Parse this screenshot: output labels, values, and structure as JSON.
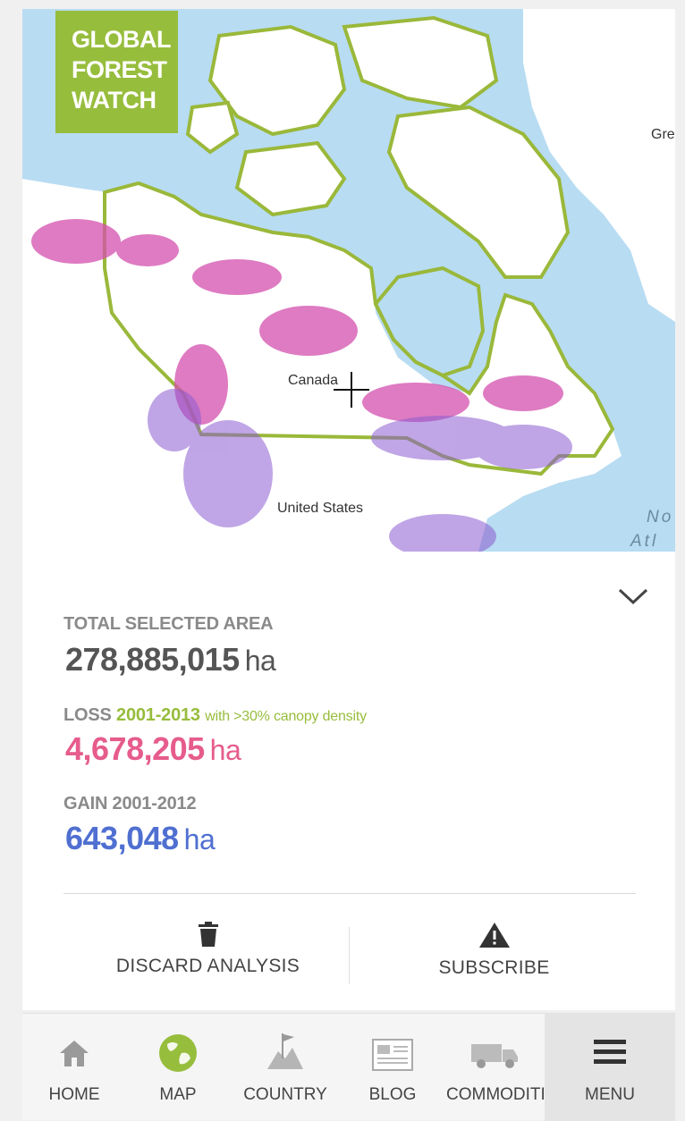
{
  "logo": {
    "line1": "GLOBAL",
    "line2": "FOREST",
    "line3": "WATCH"
  },
  "map": {
    "labels": {
      "canada": "Canada",
      "united_states": "United States",
      "greenland_partial": "Gre",
      "ocean_partial_1": "No",
      "ocean_partial_2": "Atl"
    },
    "colors": {
      "water": "#b8dcf2",
      "land": "#ffffff",
      "border": "#9ab83a",
      "loss": "#d44fae",
      "gain": "#8c5cd1"
    }
  },
  "analysis": {
    "total": {
      "label": "TOTAL SELECTED AREA",
      "value": "278,885,015",
      "unit": "ha"
    },
    "loss": {
      "label_prefix": "LOSS",
      "label_years": "2001-2013",
      "label_suffix": "with >30% canopy density",
      "value": "4,678,205",
      "unit": "ha"
    },
    "gain": {
      "label": "GAIN 2001-2012",
      "value": "643,048",
      "unit": "ha"
    },
    "actions": {
      "discard": "DISCARD ANALYSIS",
      "subscribe": "SUBSCRIBE"
    }
  },
  "nav": {
    "home": "HOME",
    "map": "MAP",
    "country": "COUNTRY",
    "blog": "BLOG",
    "commodities": "COMMODITIES",
    "menu": "MENU"
  },
  "colors": {
    "accent": "#97bd3d",
    "loss": "#e65c8c",
    "gain": "#4f6fd1"
  }
}
